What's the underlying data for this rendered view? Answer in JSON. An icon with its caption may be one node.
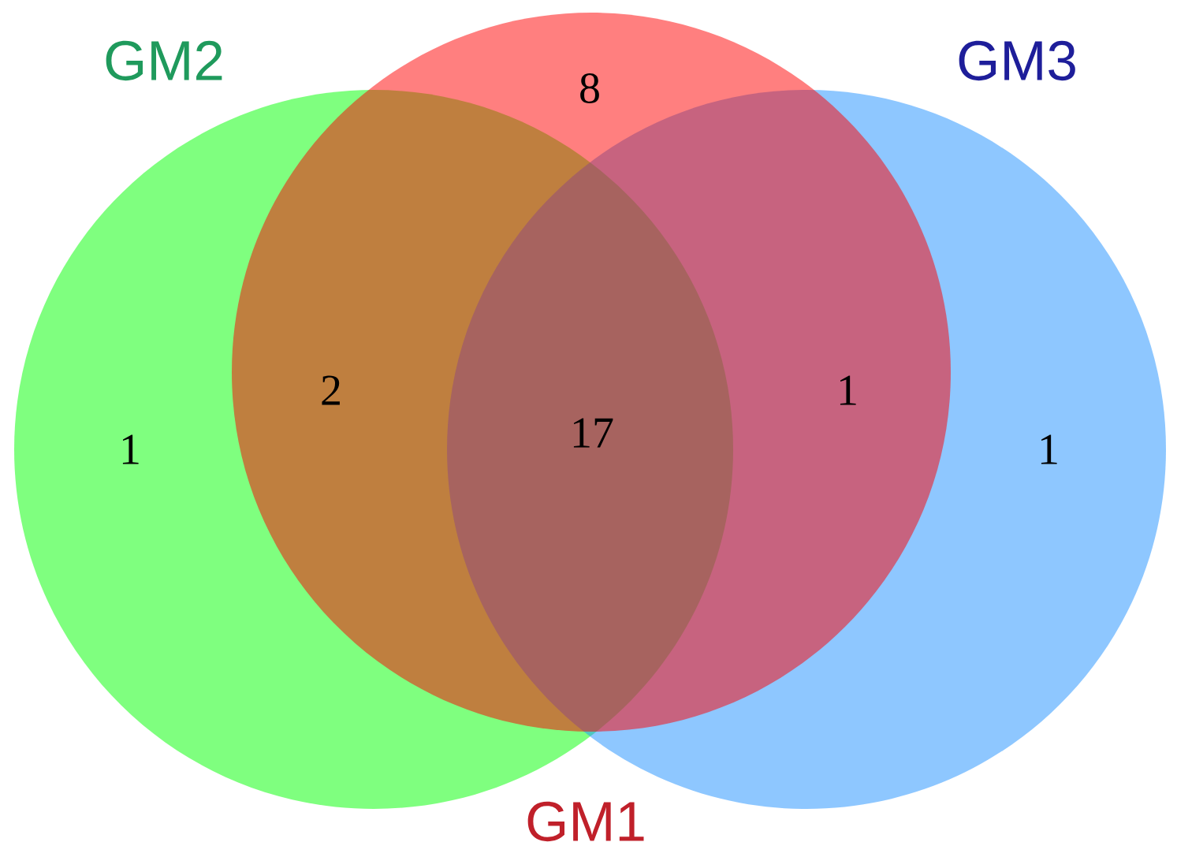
{
  "diagram": {
    "nodes": [
      {
        "text": [
          "GM2"
        ]
      },
      {
        "text": [
          "GM1"
        ]
      },
      {
        "text": [
          "GM3"
        ]
      }
    ],
    "labels": [
      "8",
      "2",
      "1",
      "1",
      "17",
      "1"
    ]
  }
}
